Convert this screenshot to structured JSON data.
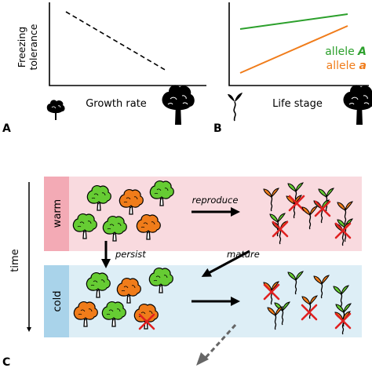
{
  "panels": {
    "a": {
      "letter": "A",
      "ylabel_line1": "Freezing",
      "ylabel_line2": "tolerance",
      "xlabel": "Growth rate"
    },
    "b": {
      "letter": "B",
      "xlabel": "Life stage",
      "legend": {
        "allele_A_word": "allele",
        "allele_A_sym": "A",
        "allele_a_word": "allele",
        "allele_a_sym": "a"
      }
    },
    "c": {
      "letter": "C",
      "time_label": "time",
      "warm_label": "warm",
      "cold_label": "cold",
      "reproduce_label": "reproduce",
      "persist_label": "persist",
      "mature_label": "mature"
    }
  },
  "colors": {
    "allele_A": "#2ca02c",
    "allele_a": "#f07c1a",
    "warm_band": "#f9dadf",
    "warm_label_bg": "#f3aab5",
    "cold_band": "#ddeef6",
    "cold_label_bg": "#a9d3ea",
    "cross": "#e02020",
    "tree_green": "#66cc33",
    "tree_orange": "#f07c1a"
  },
  "icons": [
    "small-tree-icon",
    "large-tree-icon",
    "seedling-icon",
    "sapling-icon",
    "cross-icon"
  ]
}
